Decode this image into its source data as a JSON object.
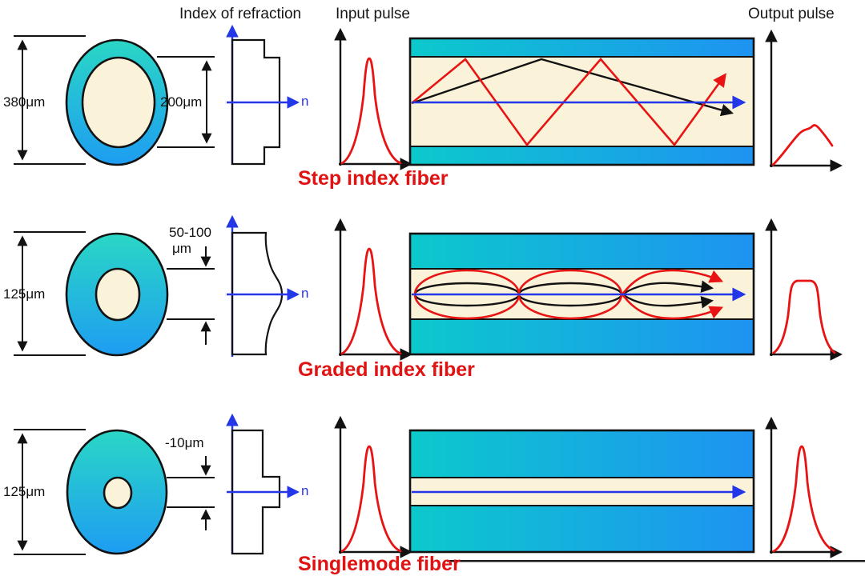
{
  "title": "Optical fiber types diagram",
  "headers": {
    "index_of_refraction": "Index of refraction",
    "input_pulse": "Input pulse",
    "output_pulse": "Output pulse"
  },
  "colors": {
    "ring_top": "#2ad7c5",
    "ring_bottom": "#1e9df2",
    "cladding_left": "#0cc9cc",
    "cladding_right": "#1e93f2",
    "core_fill": "#faf3da",
    "axis_blue": "#2336e8",
    "ray_red": "#e81414",
    "caption_red": "#e01212",
    "ink": "#121212"
  },
  "rows": [
    {
      "caption": "Step index fiber",
      "outer_diameter": "380μm",
      "core_diameter": "200μm",
      "n_axis": "n"
    },
    {
      "caption": "Graded index fiber",
      "outer_diameter": "125μm",
      "core_diameter_line1": "50-100",
      "core_diameter_line2": "μm",
      "n_axis": "n"
    },
    {
      "caption": "Singlemode fiber",
      "outer_diameter": "125μm",
      "core_diameter": "-10μm",
      "n_axis": "n"
    }
  ]
}
